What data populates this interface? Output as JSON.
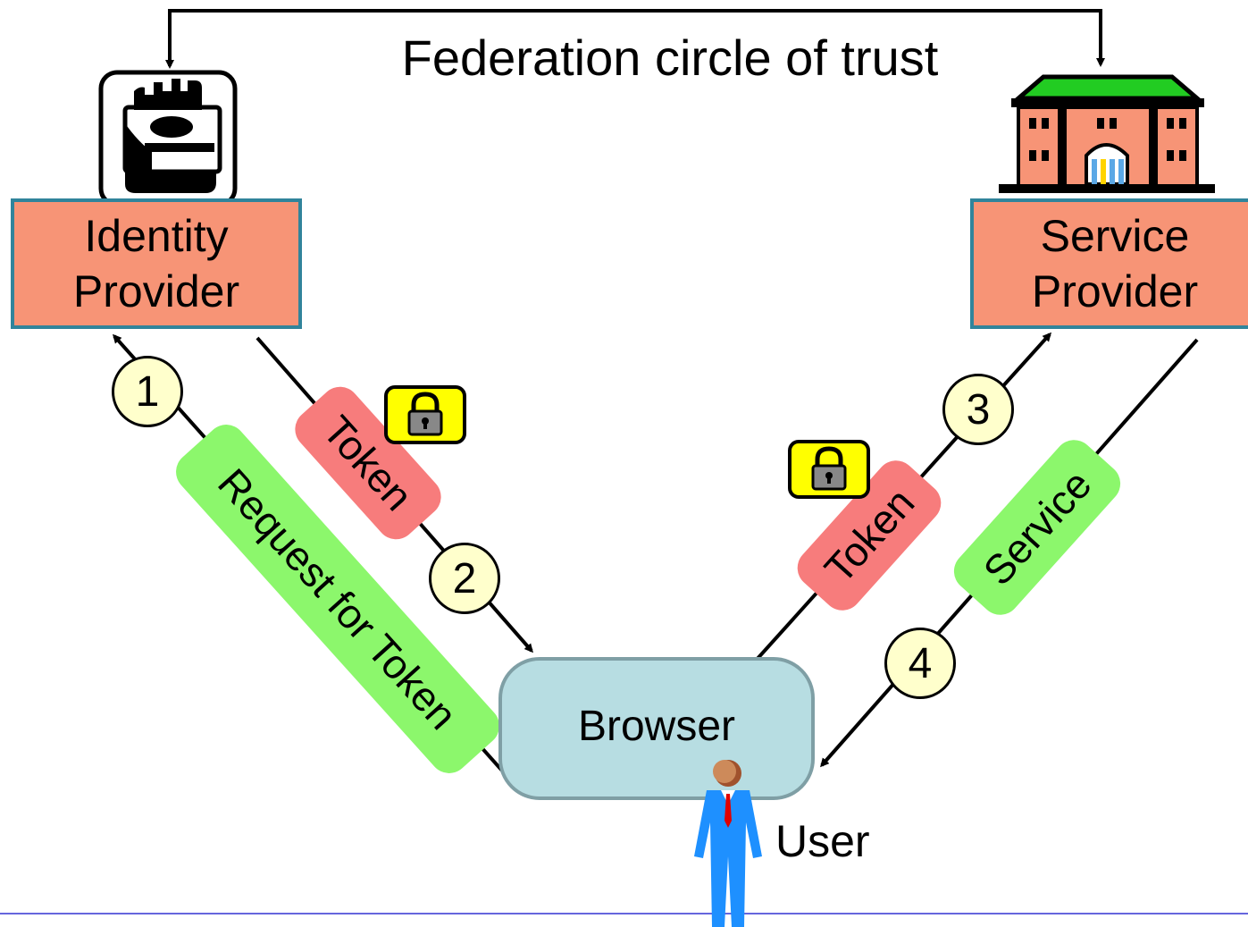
{
  "title": "Federation circle of trust",
  "identity_provider": {
    "line1": "Identity",
    "line2": "Provider"
  },
  "service_provider": {
    "line1": "Service",
    "line2": "Provider"
  },
  "browser": "Browser",
  "user": "User",
  "labels": {
    "request_for_token": "Request for Token",
    "token_left": "Token",
    "token_right": "Token",
    "service": "Service"
  },
  "steps": [
    "1",
    "2",
    "3",
    "4"
  ],
  "colors": {
    "provider_fill": "#f79476",
    "provider_border": "#31849b",
    "browser_fill": "#b7dde2",
    "green_tag": "#8cf76c",
    "token_tag": "#f77c7c",
    "step_fill": "#ffffcc",
    "lock_fill": "#ffff00",
    "building_roof": "#22cc22"
  },
  "icons": [
    "id-card-hand-icon",
    "building-icon",
    "lock-icon",
    "user-figure-icon"
  ]
}
